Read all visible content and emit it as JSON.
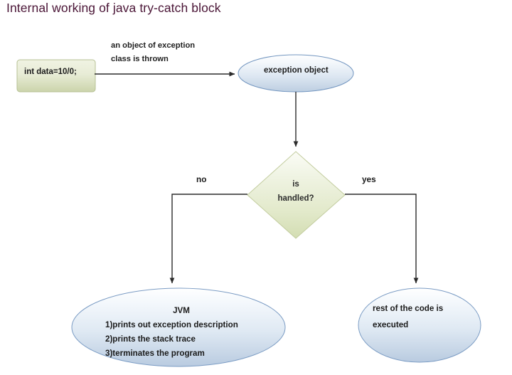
{
  "page": {
    "title": "Internal working of java try-catch block",
    "title_color": "#4a1536",
    "background": "#ffffff"
  },
  "diagram": {
    "type": "flowchart",
    "nodes": {
      "code_box": {
        "label": "int data=10/0;",
        "shape": "rounded-rectangle",
        "fill_top": "#edf0dd",
        "fill_bottom": "#ccd4ac",
        "border": "#b3bd90"
      },
      "exception_object": {
        "label": "exception object",
        "shape": "ellipse",
        "fill_top": "#fbfcfe",
        "fill_bottom": "#c2d0e3",
        "border": "#7396c0"
      },
      "decision": {
        "line1": "is",
        "line2": "handled?",
        "shape": "diamond",
        "fill_top": "#f6f8ef",
        "fill_bottom": "#d5dfb7",
        "border": "#c0cb9f"
      },
      "jvm": {
        "heading": "JVM",
        "items": [
          "1)prints out exception description",
          "2)prints the stack trace",
          "3)terminates the program"
        ],
        "shape": "ellipse",
        "fill_top": "#fafcfe",
        "fill_bottom": "#bccee3",
        "border": "#7b9cc4"
      },
      "rest_of_code": {
        "line1": "rest of the code is",
        "line2": "executed",
        "shape": "ellipse",
        "fill_top": "#fafcfe",
        "fill_bottom": "#bccee3",
        "border": "#7b9cc4"
      }
    },
    "edges": {
      "throw_label_line1": "an object of exception",
      "throw_label_line2": "class is thrown",
      "no_label": "no",
      "yes_label": "yes",
      "connector_color": "#2b2b2b"
    }
  }
}
